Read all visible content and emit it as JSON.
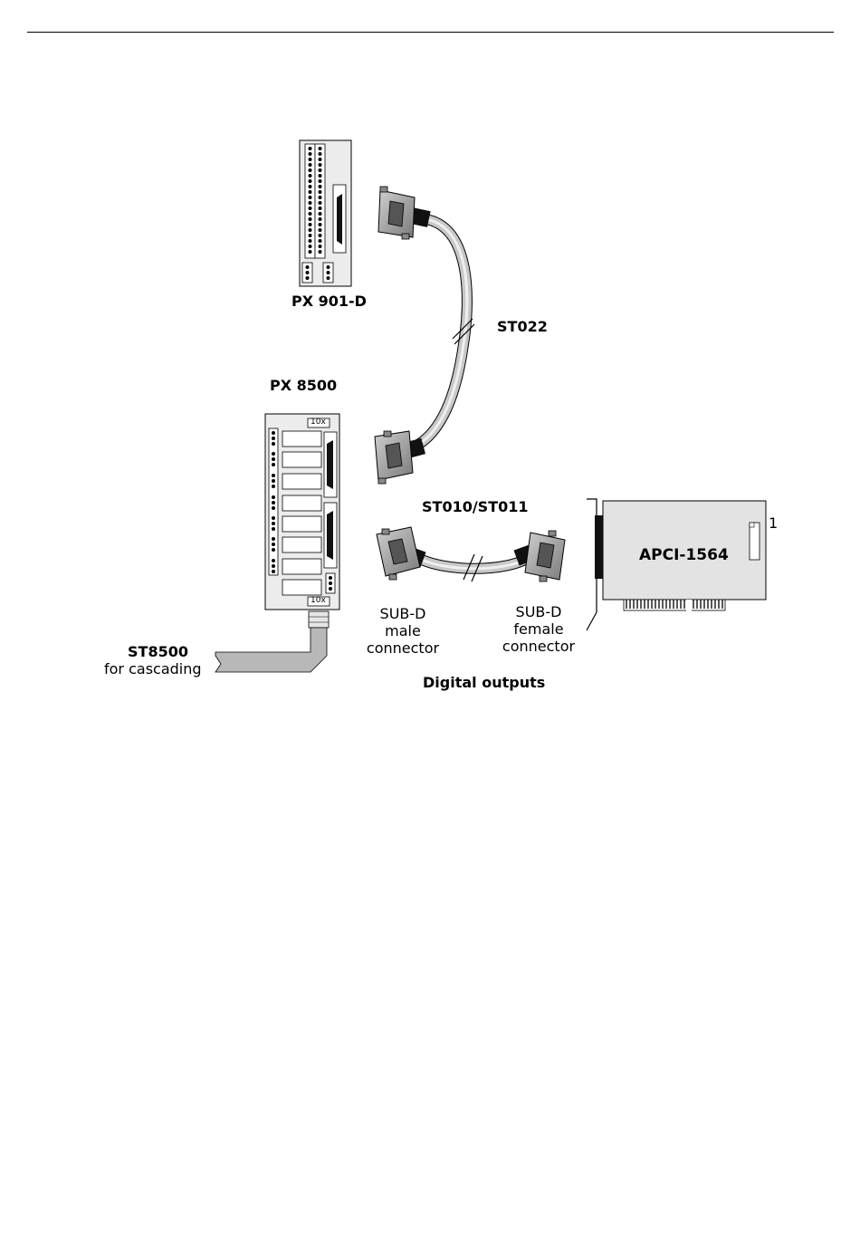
{
  "labels": {
    "px901": "PX 901-D",
    "st022": "ST022",
    "px8500": "PX 8500",
    "st010": "ST010/ST011",
    "apci": "APCI-1564",
    "pin1": "1",
    "sub_d_male": [
      "SUB-D",
      "male",
      "connector"
    ],
    "sub_d_female": [
      "SUB-D",
      "female",
      "connector"
    ],
    "st8500": "ST8500",
    "cascading": "for cascading",
    "digital_outputs": "Digital outputs",
    "board_10x_top": "10x",
    "board_10x_bottom": "10x"
  }
}
